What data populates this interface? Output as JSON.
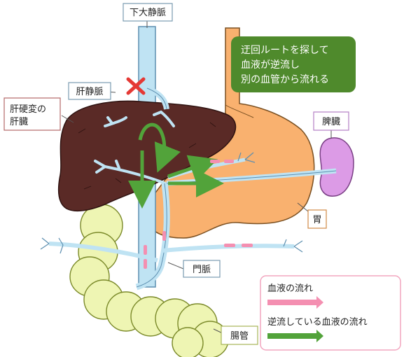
{
  "labels": {
    "ivc": "下大静脈",
    "hepatic_vein": "肝静脈",
    "cirrhotic_liver_line1": "肝硬変の",
    "cirrhotic_liver_line2": "肝臓",
    "spleen": "脾臓",
    "stomach": "胃",
    "portal_vein": "門脈",
    "intestine": "腸管"
  },
  "callout": {
    "line1": "迂回ルートを探して",
    "line2": "血液が逆流し",
    "line3": "別の血管から流れる"
  },
  "legend": {
    "normal_flow": "血液の流れ",
    "reverse_flow": "逆流している血液の流れ"
  },
  "colors": {
    "liver": "#5a2a26",
    "vessel": "#bfe3f3",
    "vessel_stroke": "#5d8fb0",
    "stomach": "#f9b16f",
    "spleen": "#dc9be6",
    "intestine": "#eef5b3",
    "callout_bg": "#4f8a2c",
    "normal_arrow": "#f48fb1",
    "reverse_arrow": "#52a33a",
    "block_mark": "#e53935"
  }
}
